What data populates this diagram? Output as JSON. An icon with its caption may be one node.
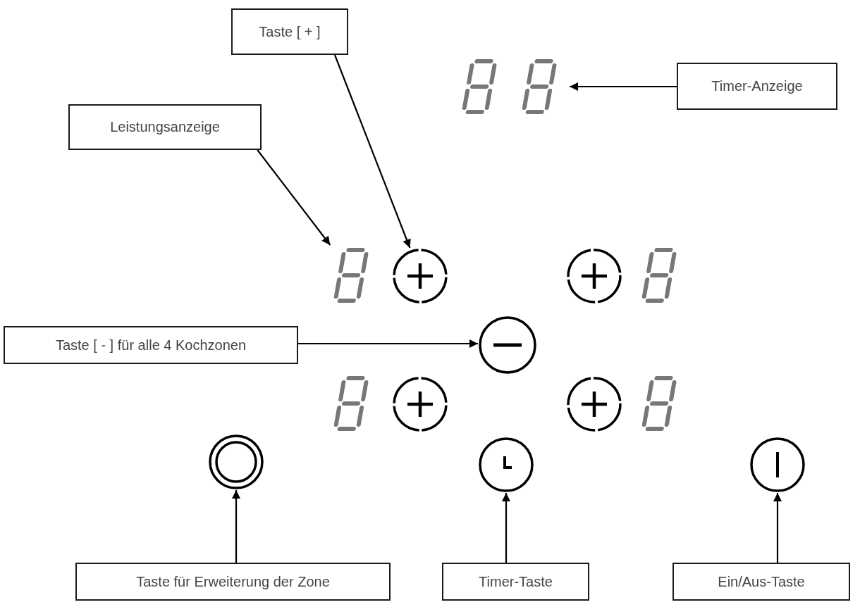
{
  "diagram": {
    "nodes": [
      {
        "text": [
          "Taste [ + ]"
        ]
      },
      {
        "text": [],
        "shape": "display"
      },
      {
        "text": [
          "Timer-Anzeige"
        ]
      },
      {
        "text": [
          "Leistungsanzeige"
        ]
      },
      {
        "text": [],
        "shape": "display"
      },
      {
        "text": [],
        "shape": "circle"
      },
      {
        "text": [],
        "shape": "circle"
      },
      {
        "text": [],
        "shape": "display"
      },
      {
        "text": [
          "Taste [ - ] für alle 4 Kochzonen"
        ]
      },
      {
        "text": [],
        "shape": "circle"
      },
      {
        "text": [],
        "shape": "display"
      },
      {
        "text": [],
        "shape": "circle"
      },
      {
        "text": [],
        "shape": "circle"
      },
      {
        "text": [],
        "shape": "display"
      },
      {
        "text": [],
        "shape": "circle"
      },
      {
        "text": [],
        "shape": "circle"
      },
      {
        "text": [],
        "shape": "circle"
      },
      {
        "text": [
          "Taste für Erweiterung der Zone"
        ]
      },
      {
        "text": [
          "Timer-Taste"
        ]
      },
      {
        "text": [
          "Ein/Aus-Taste"
        ]
      }
    ],
    "edges": [
      {
        "from": 0,
        "to": 5,
        "arrow": "to"
      },
      {
        "from": 2,
        "to": 1,
        "arrow": "to"
      },
      {
        "from": 3,
        "to": 4,
        "arrow": "to"
      },
      {
        "from": 8,
        "to": 9,
        "arrow": "to"
      },
      {
        "from": 17,
        "to": 14,
        "arrow": "to"
      },
      {
        "from": 18,
        "to": 15,
        "arrow": "to"
      },
      {
        "from": 19,
        "to": 16,
        "arrow": "to"
      }
    ]
  }
}
